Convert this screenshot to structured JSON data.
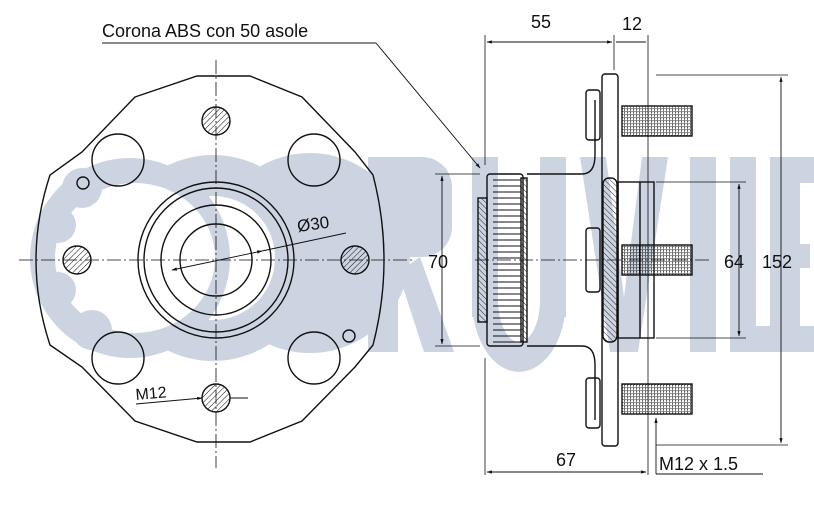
{
  "watermark": {
    "brand": "RUVILLE",
    "color": "#ccd4e2"
  },
  "drawing": {
    "line_color": "#111111",
    "annotations": {
      "abs_ring": "Corona ABS con 50 asole",
      "center_bore": "Ø30",
      "stud_thread_front": "M12",
      "stud_thread_side": "M12 x 1.5"
    },
    "dimensions": {
      "hub_depth": "55",
      "flange_thickness": "12",
      "abs_ring_diameter": "70",
      "pilot_diameter": "64",
      "flange_diameter": "152",
      "overall_length": "67"
    }
  }
}
